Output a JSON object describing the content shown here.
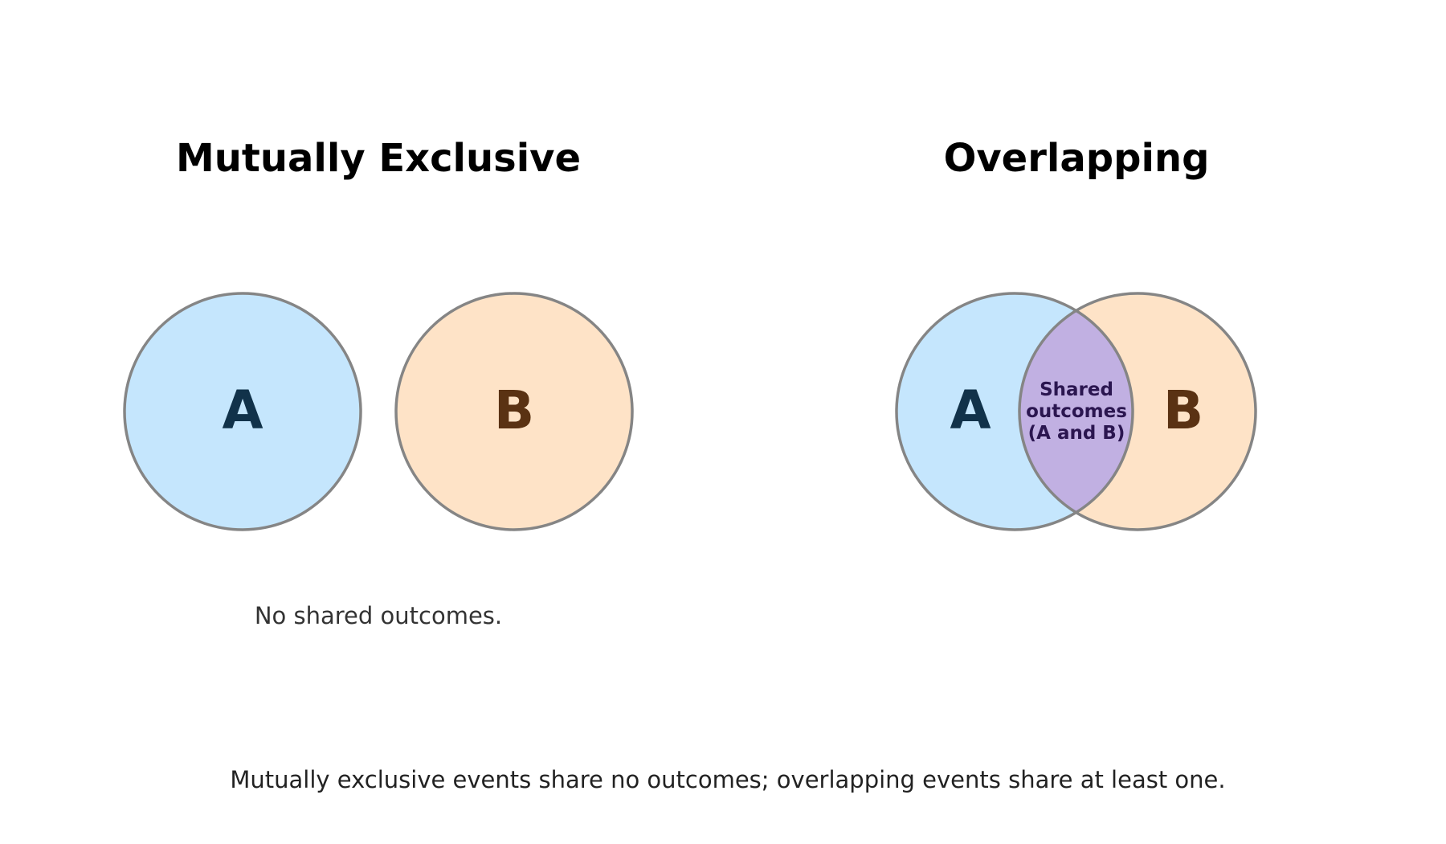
{
  "panels": {
    "exclusive": {
      "title": "Mutually Exclusive",
      "circle_a_label": "A",
      "circle_b_label": "B",
      "note": "No shared outcomes."
    },
    "overlapping": {
      "title": "Overlapping",
      "circle_a_label": "A",
      "circle_b_label": "B",
      "intersection_lines": [
        "Shared",
        "outcomes",
        "(A and B)"
      ]
    }
  },
  "caption": "Mutually exclusive events share no outcomes; overlapping events share at least one.",
  "colors": {
    "circle_a_fill": "#c5e6fd",
    "circle_b_fill": "#fee3c7",
    "intersection_fill": "#c1b0e2",
    "circle_stroke": "#858585",
    "label_a_color": "#11324a",
    "label_b_color": "#5a3213",
    "intersection_text_color": "#2b1650"
  }
}
